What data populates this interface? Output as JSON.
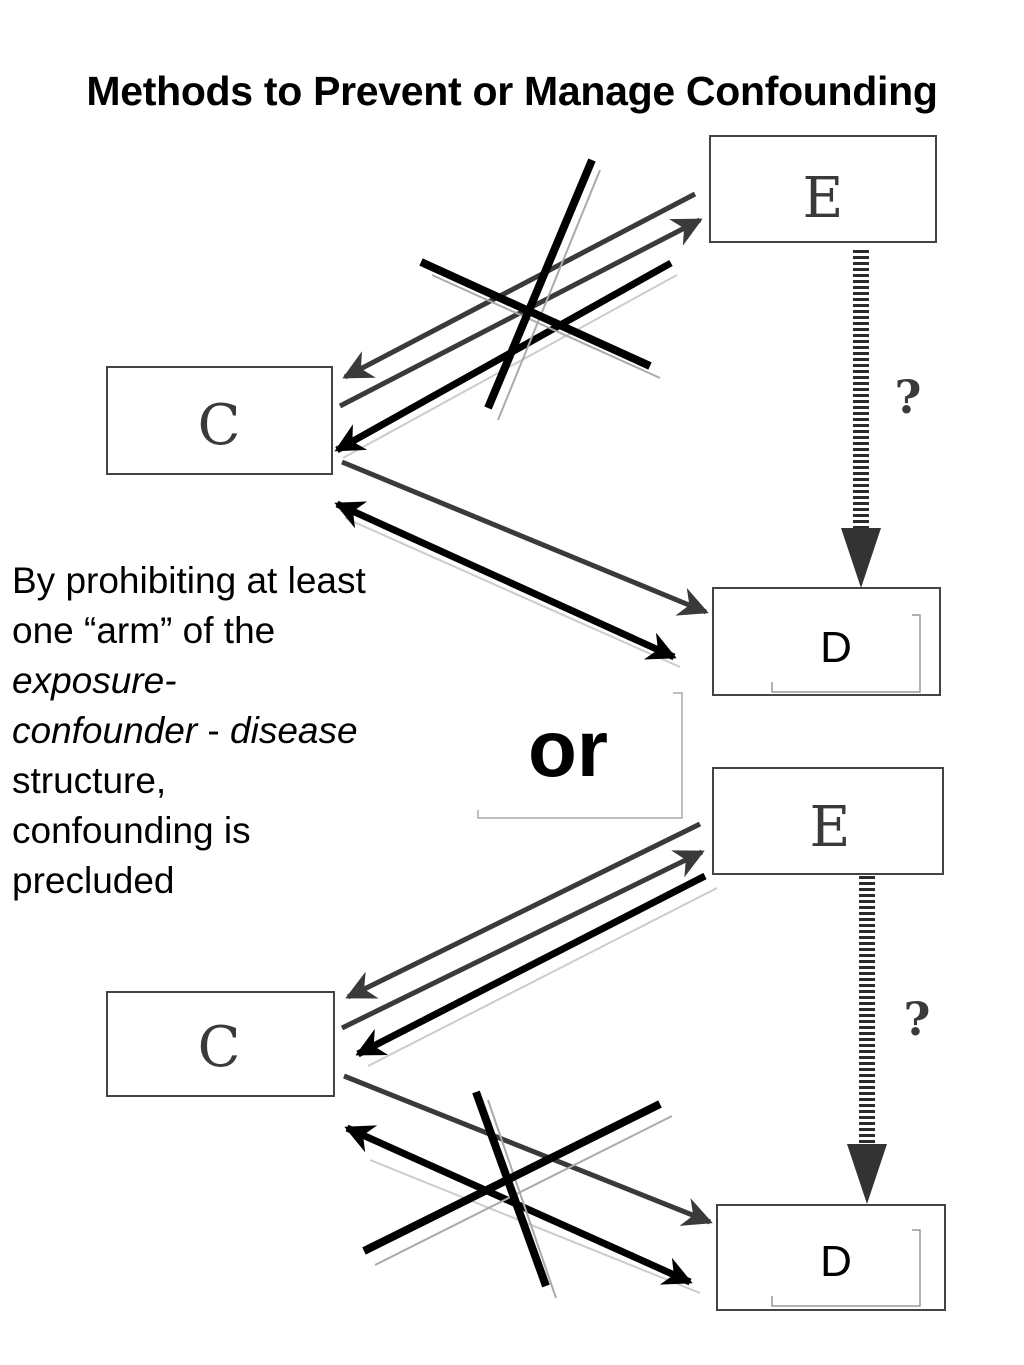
{
  "title": "Methods to Prevent or Manage Confounding",
  "caption": {
    "line1": "By prohibiting at least",
    "line2": "one “arm” of the",
    "line3": "exposure-",
    "line4a": "confounder",
    "line4b": " - ",
    "line4c": "disease",
    "line5": "structure,",
    "line6": "confounding is",
    "line7": "precluded"
  },
  "or_label": "or",
  "diagram_top": {
    "exposure": "E",
    "confounder": "C",
    "disease": "D",
    "question": "?",
    "blocked_arm": "C-E"
  },
  "diagram_bottom": {
    "exposure": "E",
    "confounder": "C",
    "disease": "D",
    "question": "?",
    "blocked_arm": "C-D"
  }
}
